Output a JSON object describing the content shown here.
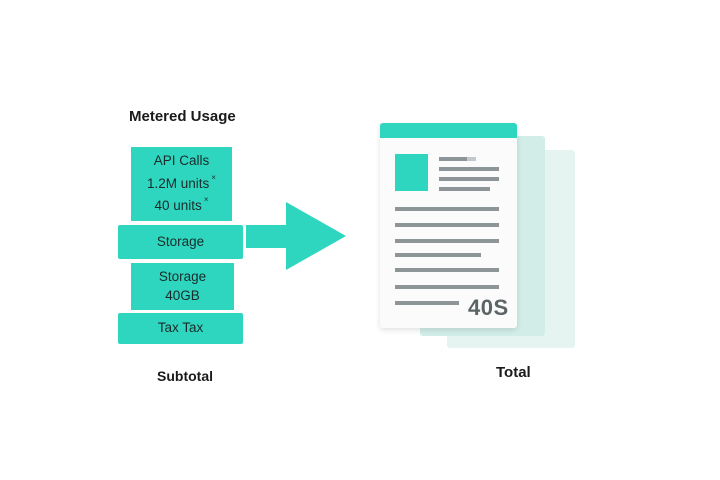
{
  "left": {
    "heading": "Metered Usage",
    "blocks": {
      "api": {
        "line1": "API Calls",
        "line2": "1.2M units",
        "line3": "40 units",
        "mark": "×"
      },
      "storage_wide": "Storage",
      "storage": {
        "line1": "Storage",
        "line2": "40GB"
      },
      "tax": "Tax Tax"
    },
    "footer": "Subtotal"
  },
  "right": {
    "document_total": "40S",
    "footer": "Total"
  },
  "colors": {
    "accent": "#2fd6bf",
    "text": "#1a1a1a",
    "doc_bar": "#8d9598"
  }
}
